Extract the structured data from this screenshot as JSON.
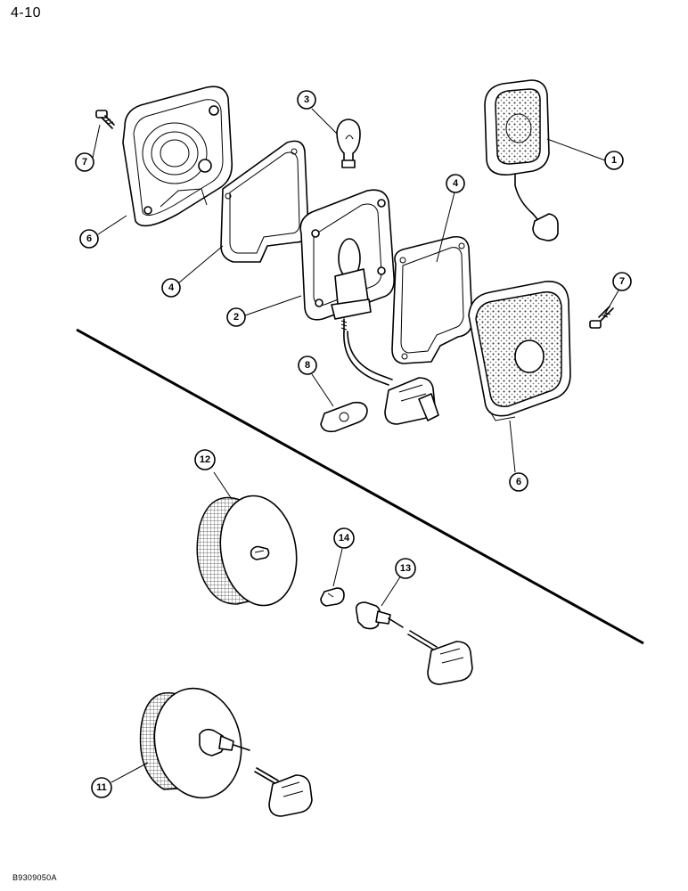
{
  "page": {
    "page_number": "4-10",
    "drawing_code": "B9309050A"
  },
  "callouts": [
    "1",
    "2",
    "3",
    "4",
    "4",
    "6",
    "6",
    "7",
    "7",
    "8",
    "11",
    "12",
    "13",
    "14"
  ]
}
